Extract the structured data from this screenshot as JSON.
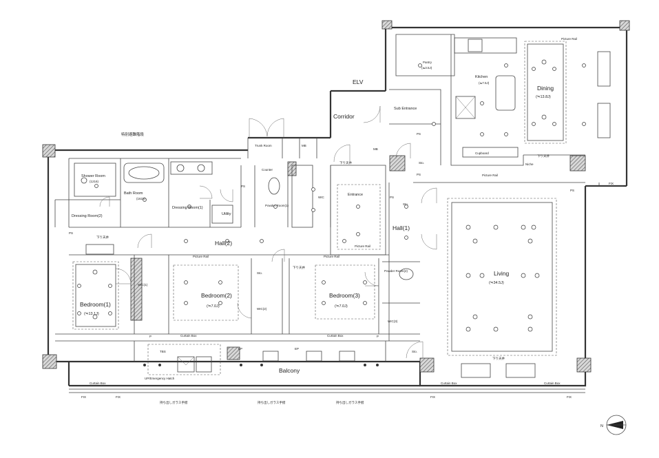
{
  "rooms": {
    "elv": "ELV",
    "corridor": "Corridor",
    "evac_stair": "特別避難階段",
    "trunk_room": "Trunk Room",
    "mb1": "MB",
    "mb2": "MB",
    "shower_room": "Shower Room",
    "shower_area": "(1216)",
    "bath_room": "Bath Room",
    "bath_area": "(1622)",
    "dressing_room_1": "Dressing Room(1)",
    "dressing_room_2": "Dressing Room(2)",
    "utility": "Utility",
    "powder_room_1": "Powder Room(1)",
    "wic_top": "WIC",
    "counter": "Counter",
    "entrance": "Entrance",
    "sub_entrance": "Sub Entrance",
    "pantry": "Pantry",
    "pantry_area": "(≒3.5J)",
    "kitchen": "Kitchen",
    "kitchen_area": "(≒7.5J)",
    "dining": "Dining",
    "dining_area": "(≒13.8J)",
    "hall_1": "Hall(1)",
    "hall_2": "Hall(2)",
    "living": "Living",
    "living_area": "(≒34.5J)",
    "bedroom_1": "Bedroom(1)",
    "bedroom_1_area": "(≒13.1J)",
    "bedroom_2": "Bedroom(2)",
    "bedroom_2_area": "(≒7.0J)",
    "bedroom_3": "Bedroom(3)",
    "bedroom_3_area": "(≒7.0J)",
    "wic_1": "WIC(1)",
    "wic_2": "WIC(2)",
    "wic_3": "WIC(3)",
    "powder_room_2": "Powder Room(2)",
    "balcony": "Balcony",
    "emergency_hatch": "UP/Emergency Hatch",
    "cupboard": "Cupboard"
  },
  "labels": {
    "ps": "PS",
    "sto": "Sto.",
    "fix": "FIX",
    "p": "P",
    "ep": "EP",
    "tbs": "TBS",
    "picture_rail": "Picture Rail",
    "curtain_box": "Curtain Box",
    "down_ceiling": "下り天井",
    "glass_rail": "持ち出しガラス手摺",
    "nosing": "Niche",
    "north": "N"
  }
}
